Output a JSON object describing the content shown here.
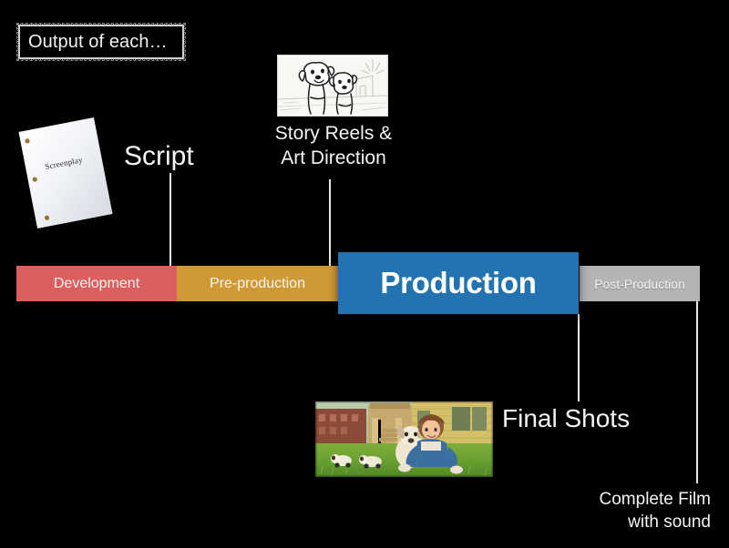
{
  "slide": {
    "background_color": "#000000",
    "title": "Output of each…"
  },
  "timeline": {
    "segments": [
      {
        "key": "development",
        "label": "Development",
        "color": "#d9605f"
      },
      {
        "key": "preproduction",
        "label": "Pre-production",
        "color": "#cf9a36"
      },
      {
        "key": "production",
        "label": "Production",
        "color": "#2273b0",
        "emphasis": true
      },
      {
        "key": "postproduction",
        "label": "Post-Production",
        "color": "#b4b4b4"
      }
    ],
    "connector_color": "#e8e8e8"
  },
  "callouts": {
    "script": {
      "label": "Script",
      "artwork_name": "screenplay-document",
      "artwork_caption": "Screenplay"
    },
    "story_reels": {
      "label": "Story Reels &\nArt Direction",
      "line1": "Story Reels &",
      "line2": "Art Direction",
      "artwork_name": "storyboard-sketch"
    },
    "final_shots": {
      "label": "Final Shots",
      "artwork_name": "final-shot-still"
    },
    "complete_film": {
      "line1": "Complete Film",
      "line2": "with sound"
    }
  }
}
